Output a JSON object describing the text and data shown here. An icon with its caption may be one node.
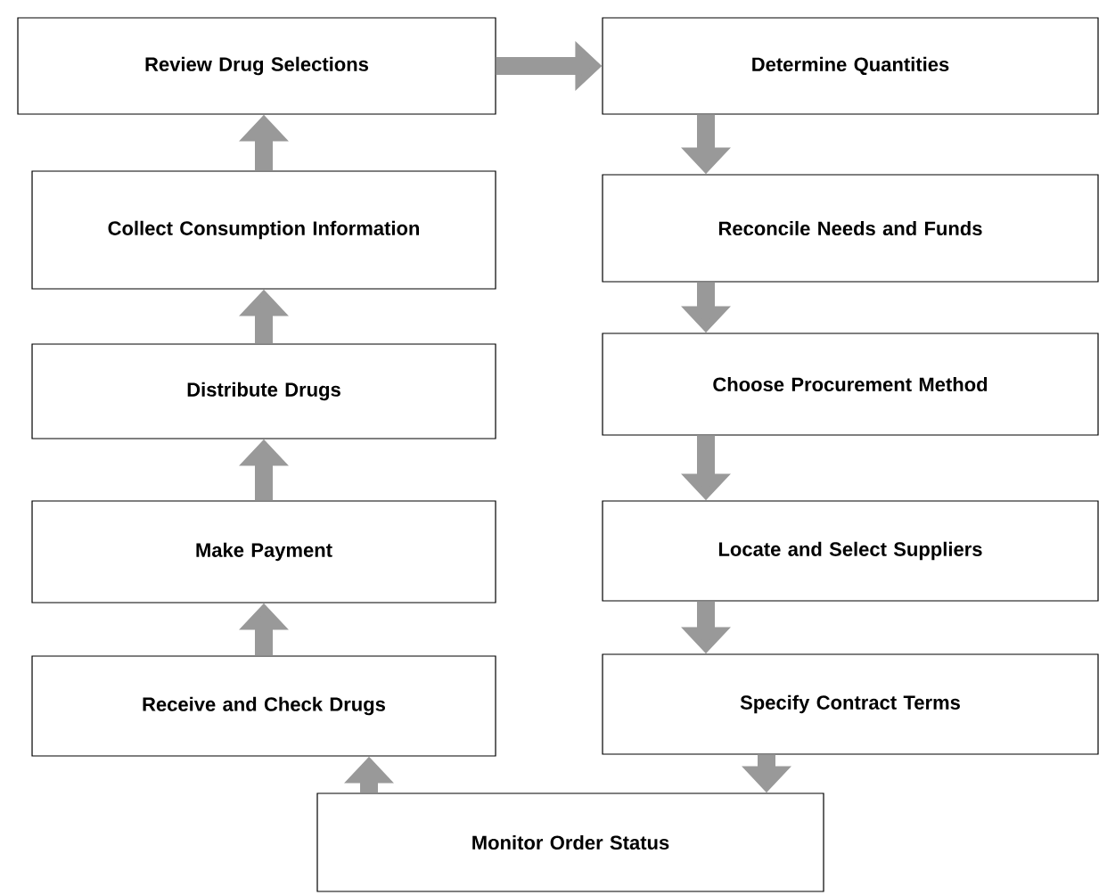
{
  "diagram": {
    "nodes": [
      {
        "text": [
          "Review Drug Selections"
        ]
      },
      {
        "text": [
          "Determine Quantities"
        ]
      },
      {
        "text": [
          "Collect Consumption Information"
        ]
      },
      {
        "text": [
          "Reconcile Needs and Funds"
        ]
      },
      {
        "text": [
          "Distribute Drugs"
        ]
      },
      {
        "text": [
          "Choose Procurement Method"
        ]
      },
      {
        "text": [
          "Make Payment"
        ]
      },
      {
        "text": [
          "Locate and Select Suppliers"
        ]
      },
      {
        "text": [
          "Receive and Check Drugs"
        ]
      },
      {
        "text": [
          "Specify Contract Terms"
        ]
      },
      {
        "text": [
          "Monitor Order Status"
        ]
      }
    ],
    "edges": [
      {
        "from": 0,
        "to": 1,
        "arrow": "to"
      },
      {
        "from": 1,
        "to": 3,
        "arrow": "to"
      },
      {
        "from": 3,
        "to": 5,
        "arrow": "to"
      },
      {
        "from": 5,
        "to": 7,
        "arrow": "to"
      },
      {
        "from": 7,
        "to": 9,
        "arrow": "to"
      },
      {
        "from": 9,
        "to": 10,
        "arrow": "to"
      },
      {
        "from": 10,
        "to": 8,
        "arrow": "to"
      },
      {
        "from": 8,
        "to": 6,
        "arrow": "to"
      },
      {
        "from": 6,
        "to": 4,
        "arrow": "to"
      },
      {
        "from": 4,
        "to": 2,
        "arrow": "to"
      },
      {
        "from": 2,
        "to": 0,
        "arrow": "to"
      }
    ]
  }
}
